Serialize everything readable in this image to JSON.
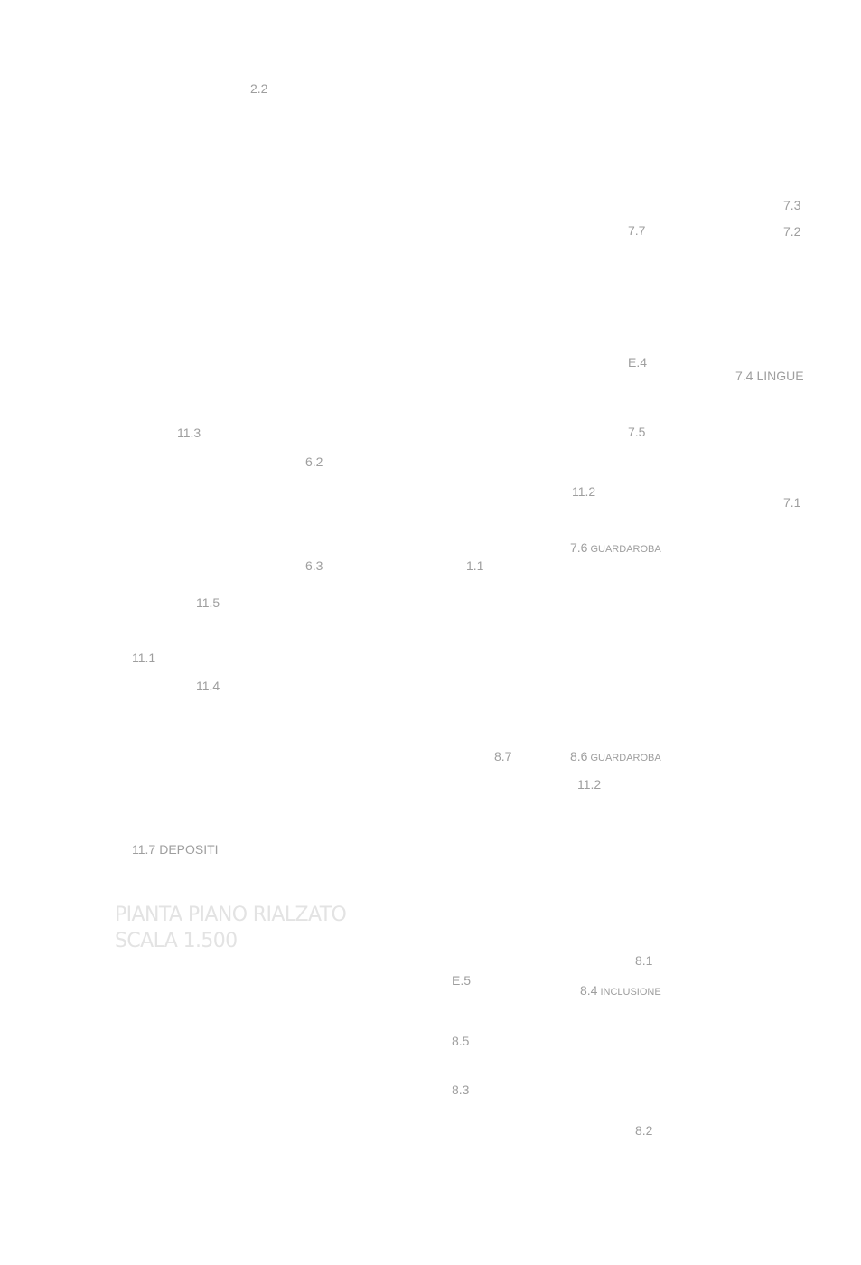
{
  "plan": {
    "title_line1": "PIANTA PIANO RIALZATO",
    "title_line2": "SCALA 1.500",
    "label_color": "#9e9e9e",
    "title_color": "#e3e3e3"
  },
  "rooms": [
    {
      "id": "r22",
      "code": "2.2"
    },
    {
      "id": "r73",
      "code": "7.3"
    },
    {
      "id": "r77",
      "code": "7.7"
    },
    {
      "id": "r72",
      "code": "7.2"
    },
    {
      "id": "re4",
      "code": "E.4"
    },
    {
      "id": "r74",
      "code": "7.4",
      "name": "LINGUE"
    },
    {
      "id": "r113",
      "code": "11.3"
    },
    {
      "id": "r75",
      "code": "7.5"
    },
    {
      "id": "r62",
      "code": "6.2"
    },
    {
      "id": "r112a",
      "code": "11.2"
    },
    {
      "id": "r71",
      "code": "7.1"
    },
    {
      "id": "r76",
      "code": "7.6",
      "name": "GUARDAROBA"
    },
    {
      "id": "r63",
      "code": "6.3"
    },
    {
      "id": "r11",
      "code": "1.1"
    },
    {
      "id": "r115",
      "code": "11.5"
    },
    {
      "id": "r111",
      "code": "11.1"
    },
    {
      "id": "r114",
      "code": "11.4"
    },
    {
      "id": "r87",
      "code": "8.7"
    },
    {
      "id": "r86",
      "code": "8.6",
      "name": "GUARDAROBA"
    },
    {
      "id": "r112b",
      "code": "11.2"
    },
    {
      "id": "r117",
      "code": "11.7",
      "name": "DEPOSITI"
    },
    {
      "id": "r81",
      "code": "8.1"
    },
    {
      "id": "re5",
      "code": "E.5"
    },
    {
      "id": "r84",
      "code": "8.4",
      "name": "INCLUSIONE"
    },
    {
      "id": "r85",
      "code": "8.5"
    },
    {
      "id": "r83",
      "code": "8.3"
    },
    {
      "id": "r82",
      "code": "8.2"
    }
  ]
}
